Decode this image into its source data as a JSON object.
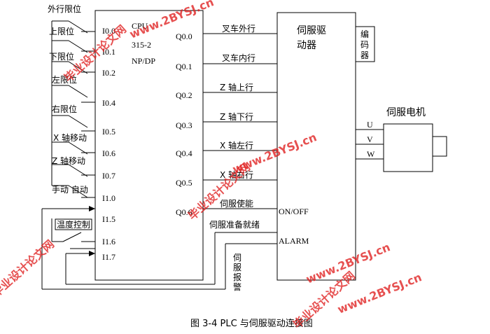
{
  "caption": "图 3-4 PLC 与伺服驱动连接图",
  "plc": {
    "line1": "CPU",
    "line2": "315-2",
    "line3": "NP/DP",
    "inputs": [
      "I0.0",
      "I0.1",
      "I0.2",
      "I0.4",
      "I0.5",
      "I0.6",
      "I0.7",
      "I1.0",
      "I1.5",
      "I1.6",
      "I1.7"
    ],
    "outputs": [
      "Q0.0",
      "Q0.1",
      "Q0.2",
      "Q0.3",
      "Q0.4",
      "Q0.5",
      "Q0.6"
    ]
  },
  "switches": [
    "外行限位",
    "上限位",
    "下限位",
    "左限位",
    "右限位",
    "X 轴移动",
    "Z 轴移动",
    "手动 自动"
  ],
  "temp_control": "温度控制",
  "signals": [
    "叉车外行",
    "叉车内行",
    "Z 轴上行",
    "Z 轴下行",
    "X 轴左行",
    "X 轴右行",
    "伺服使能"
  ],
  "servo_ready": "伺服准备就绪",
  "servo_alarm": "伺服报警",
  "driver": {
    "title_line1": "伺服驱",
    "title_line2": "动器",
    "on_off": "ON/OFF",
    "alarm": "ALARM",
    "encoder": "编码器",
    "phases": [
      "U",
      "V",
      "W"
    ]
  },
  "motor": "伺服电机",
  "watermarks": [
    "毕业设计论文网",
    "www.2BYSJ.cn",
    "毕业设计论文网",
    "www.2BYSJ.cn",
    "毕业设计论文网",
    "www.2BYSJ.cn",
    "毕业设计论文网",
    "www.2BYSJ.cn"
  ]
}
